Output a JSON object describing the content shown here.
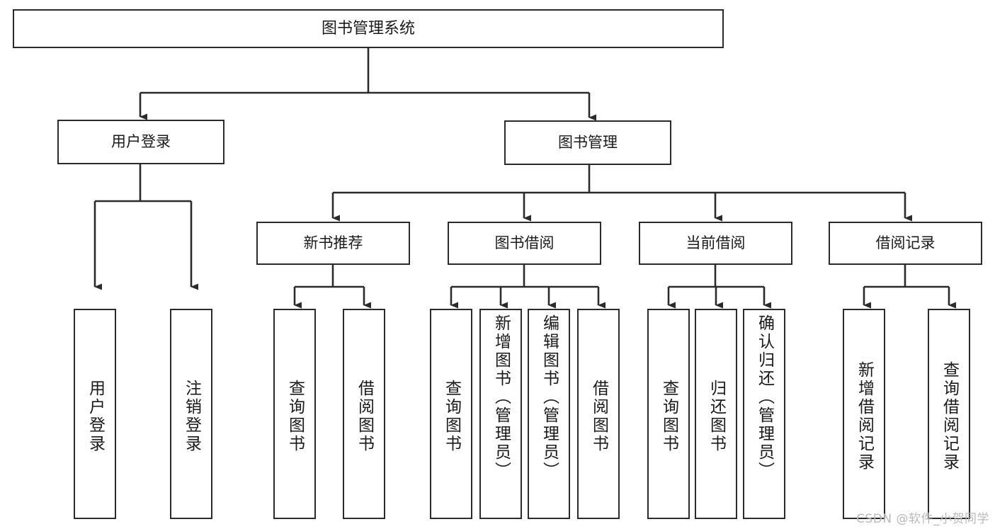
{
  "diagram": {
    "type": "tree-hierarchy-chart",
    "title": "图书管理系统",
    "orientation": "top-down",
    "colors": {
      "box_border": "#2b2b2b",
      "box_fill": "#ffffff",
      "edge": "#2b2b2b",
      "text": "#1a1a1a",
      "watermark": "#b9b9b9",
      "background": "#ffffff"
    },
    "root": {
      "label": "图书管理系统"
    },
    "level2": [
      {
        "label": "用户登录"
      },
      {
        "label": "图书管理"
      }
    ],
    "level3": [
      {
        "label": "新书推荐"
      },
      {
        "label": "图书借阅"
      },
      {
        "label": "当前借阅"
      },
      {
        "label": "借阅记录"
      }
    ],
    "leaves": {
      "user_login": [
        {
          "label": "用户登录"
        },
        {
          "label": "注销登录"
        }
      ],
      "new_book_recommend": [
        {
          "label": "查询图书"
        },
        {
          "label": "借阅图书"
        }
      ],
      "book_borrow": [
        {
          "label": "查询图书"
        },
        {
          "label": "新增图书（管理员）"
        },
        {
          "label": "编辑图书（管理员）"
        },
        {
          "label": "借阅图书"
        }
      ],
      "current_borrow": [
        {
          "label": "查询图书"
        },
        {
          "label": "归还图书"
        },
        {
          "label": "确认归还（管理员）"
        }
      ],
      "borrow_record": [
        {
          "label": "新增借阅记录"
        },
        {
          "label": "查询借阅记录"
        }
      ]
    }
  },
  "watermark": {
    "text": "CSDN @软件_小贺同学"
  }
}
